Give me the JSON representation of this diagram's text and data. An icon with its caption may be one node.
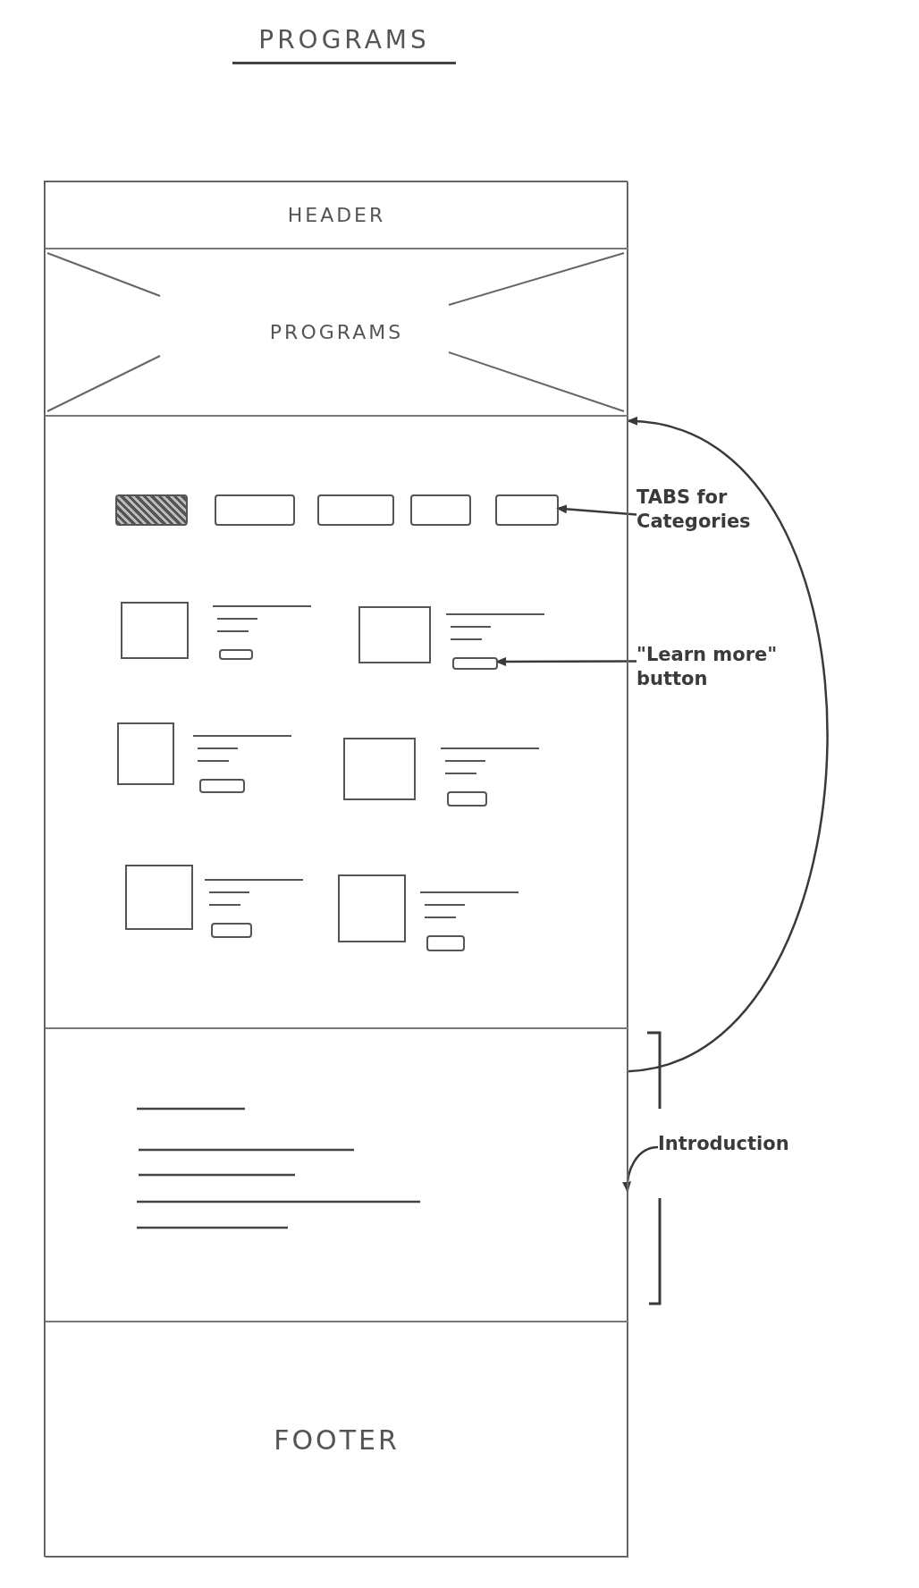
{
  "diagram": {
    "title": "PROGRAMS",
    "nodes": [
      {
        "text": [],
        "shape": "box"
      },
      {
        "text": [
          "HEADER"
        ],
        "in": 0
      },
      {
        "text": [
          "PROGRAMS"
        ],
        "in": 0
      },
      {
        "text": [],
        "shape": "box",
        "in": 0
      },
      {
        "text": [],
        "shape": "box",
        "in": 3
      },
      {
        "text": [],
        "shape": "box",
        "in": 3
      },
      {
        "text": [],
        "shape": "box",
        "in": 3
      },
      {
        "text": [],
        "shape": "box",
        "in": 3
      },
      {
        "text": [],
        "shape": "box",
        "in": 3
      },
      {
        "text": [],
        "shape": "box",
        "in": 3
      },
      {
        "text": [],
        "shape": "box",
        "in": 3
      },
      {
        "text": [],
        "shape": "box",
        "in": 3
      },
      {
        "text": [],
        "shape": "box",
        "in": 3
      },
      {
        "text": [],
        "shape": "box",
        "in": 3
      },
      {
        "text": [],
        "shape": "box",
        "in": 3
      },
      {
        "text": [],
        "shape": "box",
        "in": 0
      },
      {
        "text": [
          "FOOTER"
        ],
        "in": 0
      },
      {
        "text": [
          "TABS for Categories"
        ]
      },
      {
        "text": [
          "\"Learn more\" button"
        ]
      },
      {
        "text": [
          "Introduction"
        ]
      }
    ],
    "edges": [
      {
        "from": 17,
        "to": 8,
        "arrow": "to"
      },
      {
        "from": 18,
        "to": 10,
        "arrow": "to"
      },
      {
        "from": 19,
        "to": 15,
        "arrow": "to"
      },
      {
        "from": 15,
        "to": 3,
        "arrow": "to"
      }
    ]
  }
}
